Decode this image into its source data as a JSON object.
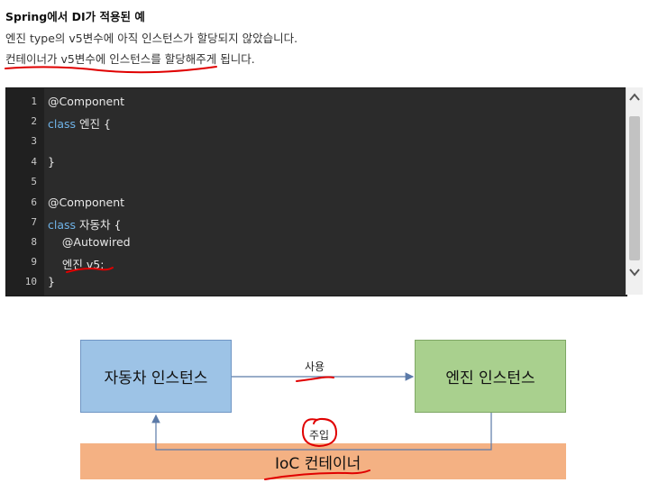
{
  "heading": "Spring에서 DI가 적용된 예",
  "description": [
    "엔진 type의 v5변수에 아직 인스턴스가 할당되지 않았습니다.",
    "컨테이너가 v5변수에 인스턴스를 할당해주게 됩니다."
  ],
  "code": {
    "line_numbers": [
      "1",
      "2",
      "3",
      "4",
      "5",
      "6",
      "7",
      "8",
      "9",
      "10"
    ],
    "lines": [
      {
        "keyword": "",
        "text": "@Component"
      },
      {
        "keyword": "class",
        "text": " 엔진 {"
      },
      {
        "keyword": "",
        "text": ""
      },
      {
        "keyword": "",
        "text": "}"
      },
      {
        "keyword": "",
        "text": ""
      },
      {
        "keyword": "",
        "text": "@Component"
      },
      {
        "keyword": "class",
        "text": " 자동차 {"
      },
      {
        "keyword": "",
        "text": "    @Autowired"
      },
      {
        "keyword": "",
        "text": "    엔진 v5;"
      },
      {
        "keyword": "",
        "text": "}"
      }
    ],
    "colors": {
      "background": "#2b2b2b",
      "keyword": "#6fb3e8",
      "text": "#e8e8e8"
    }
  },
  "scrollbar": {
    "up_icon": "chevron-up-icon",
    "down_icon": "chevron-down-icon"
  },
  "diagram": {
    "car_instance": "자동차 인스턴스",
    "engine_instance": "엔진 인스턴스",
    "use_label": "사용",
    "inject_label": "주입",
    "container": "IoC 컨테이너",
    "colors": {
      "car": "#9dc3e6",
      "engine": "#a9d08e",
      "container": "#f4b183",
      "annotation": "#e00000"
    }
  }
}
